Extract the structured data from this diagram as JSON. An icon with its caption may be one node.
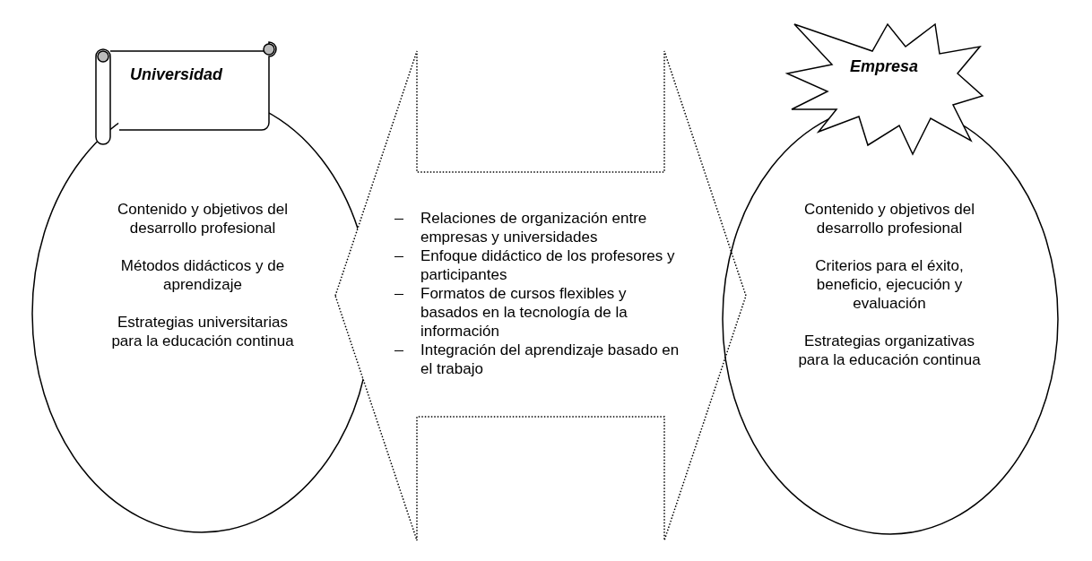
{
  "diagram": {
    "nodes": [
      {
        "text": [
          "Contenido y objetivos del desarrollo profesional",
          "Métodos didácticos y de aprendizaje",
          "Estrategias universitarias para la educación continua"
        ]
      },
      {
        "text": [
          "Universidad"
        ]
      },
      {
        "text": [
          "Relaciones de organización entre empresas y universidades",
          "Enfoque didáctico de los profesores y participantes",
          "Formatos de cursos flexibles y basados en la tecnología de la información",
          "Integración del aprendizaje basado en el trabajo"
        ]
      },
      {
        "text": [
          "Contenido y objetivos del desarrollo profesional",
          "Criterios para el éxito, beneficio, ejecución y evaluación",
          "Estrategias organizativas para la educación continua"
        ]
      },
      {
        "text": [
          "Empresa"
        ]
      }
    ],
    "edges": []
  }
}
